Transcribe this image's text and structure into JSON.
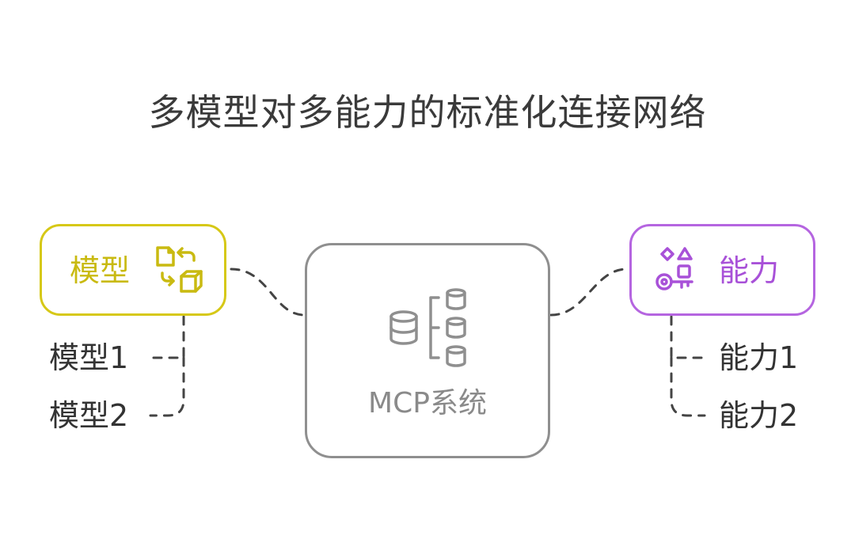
{
  "title": "多模型对多能力的标准化连接网络",
  "nodes": {
    "model": {
      "label": "模型",
      "color": "#d6c817",
      "children": [
        "模型1",
        "模型2"
      ]
    },
    "mcp": {
      "label": "MCP系统",
      "color": "#8f8f8f"
    },
    "capability": {
      "label": "能力",
      "color": "#b565e0",
      "children": [
        "能力1",
        "能力2"
      ]
    }
  },
  "icons": {
    "model": "swap-shapes-icon",
    "mcp": "database-stack-icon",
    "capability": "key-shapes-icon"
  }
}
